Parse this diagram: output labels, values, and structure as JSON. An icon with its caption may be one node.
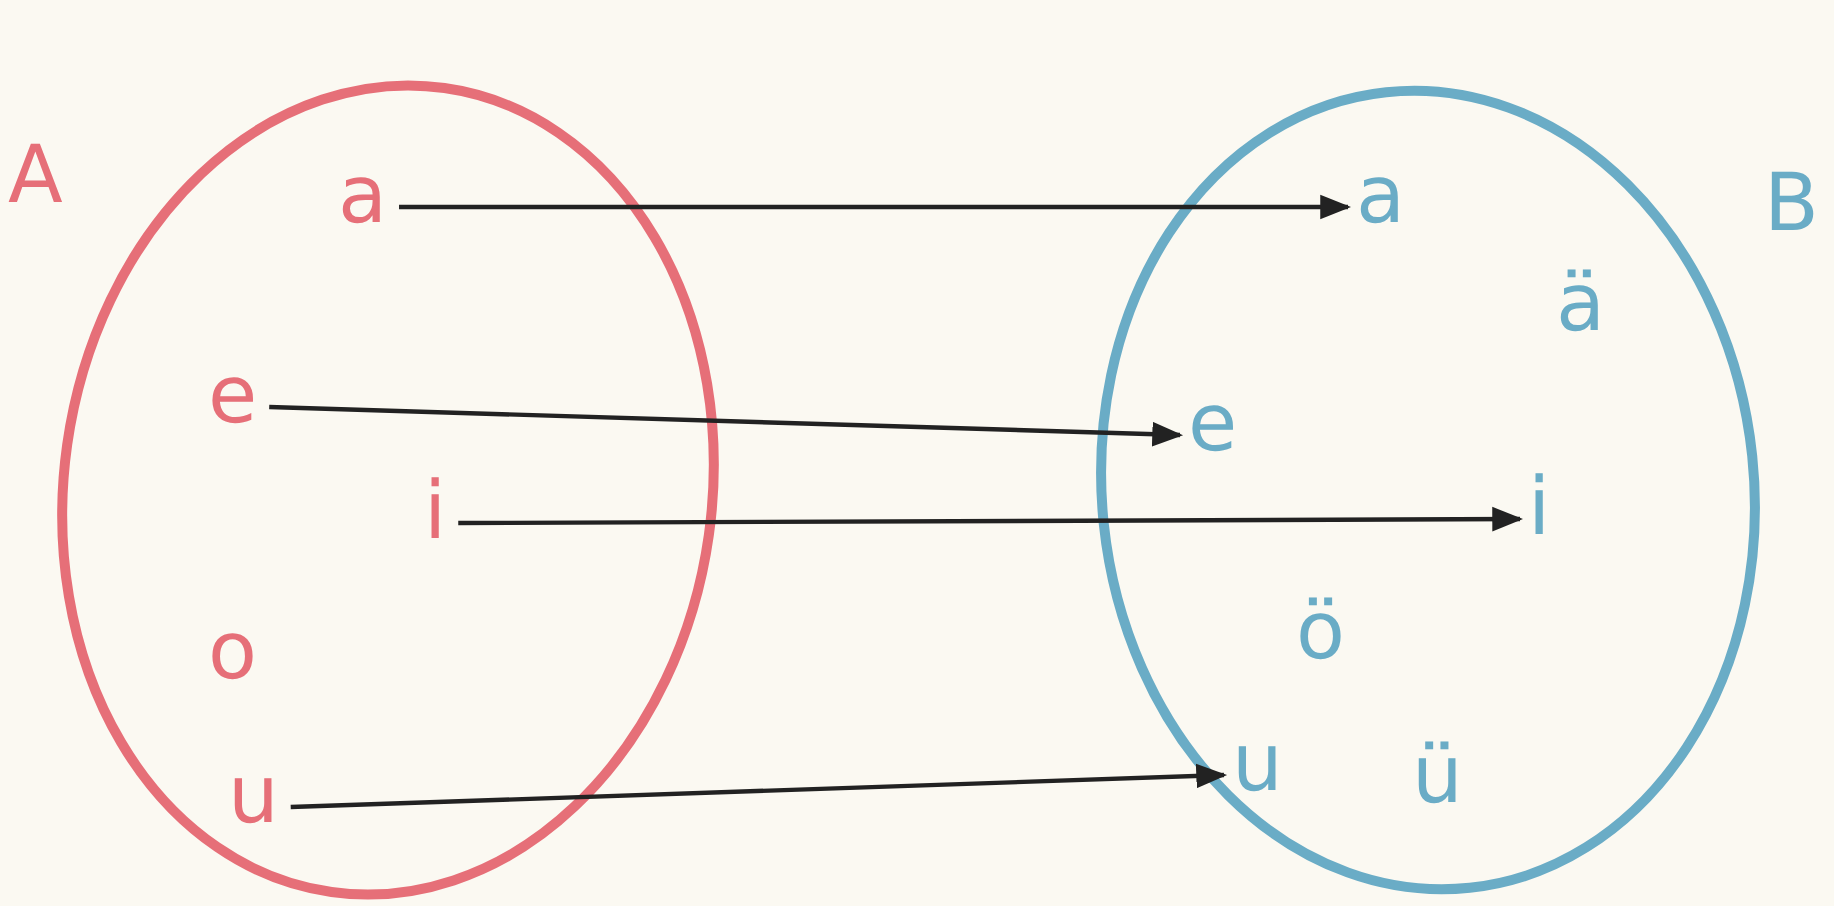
{
  "diagram": {
    "nodes": [
      {
        "text": [
          "A"
        ]
      },
      {
        "text": [
          "a"
        ],
        "in": 0
      },
      {
        "text": [
          "e"
        ],
        "in": 0
      },
      {
        "text": [
          "i"
        ],
        "in": 0
      },
      {
        "text": [
          "o"
        ],
        "in": 0
      },
      {
        "text": [
          "u"
        ],
        "in": 0
      },
      {
        "text": [
          "B"
        ]
      },
      {
        "text": [
          "a"
        ],
        "in": 6
      },
      {
        "text": [
          "ä"
        ],
        "in": 6
      },
      {
        "text": [
          "e"
        ],
        "in": 6
      },
      {
        "text": [
          "i"
        ],
        "in": 6
      },
      {
        "text": [
          "ö"
        ],
        "in": 6
      },
      {
        "text": [
          "u"
        ],
        "in": 6
      },
      {
        "text": [
          "ü"
        ],
        "in": 6
      }
    ],
    "edges": [
      {
        "from": 1,
        "to": 7,
        "arrow": "to"
      },
      {
        "from": 2,
        "to": 9,
        "arrow": "to"
      },
      {
        "from": 3,
        "to": 10,
        "arrow": "to"
      },
      {
        "from": 5,
        "to": 12,
        "arrow": "to"
      }
    ]
  }
}
